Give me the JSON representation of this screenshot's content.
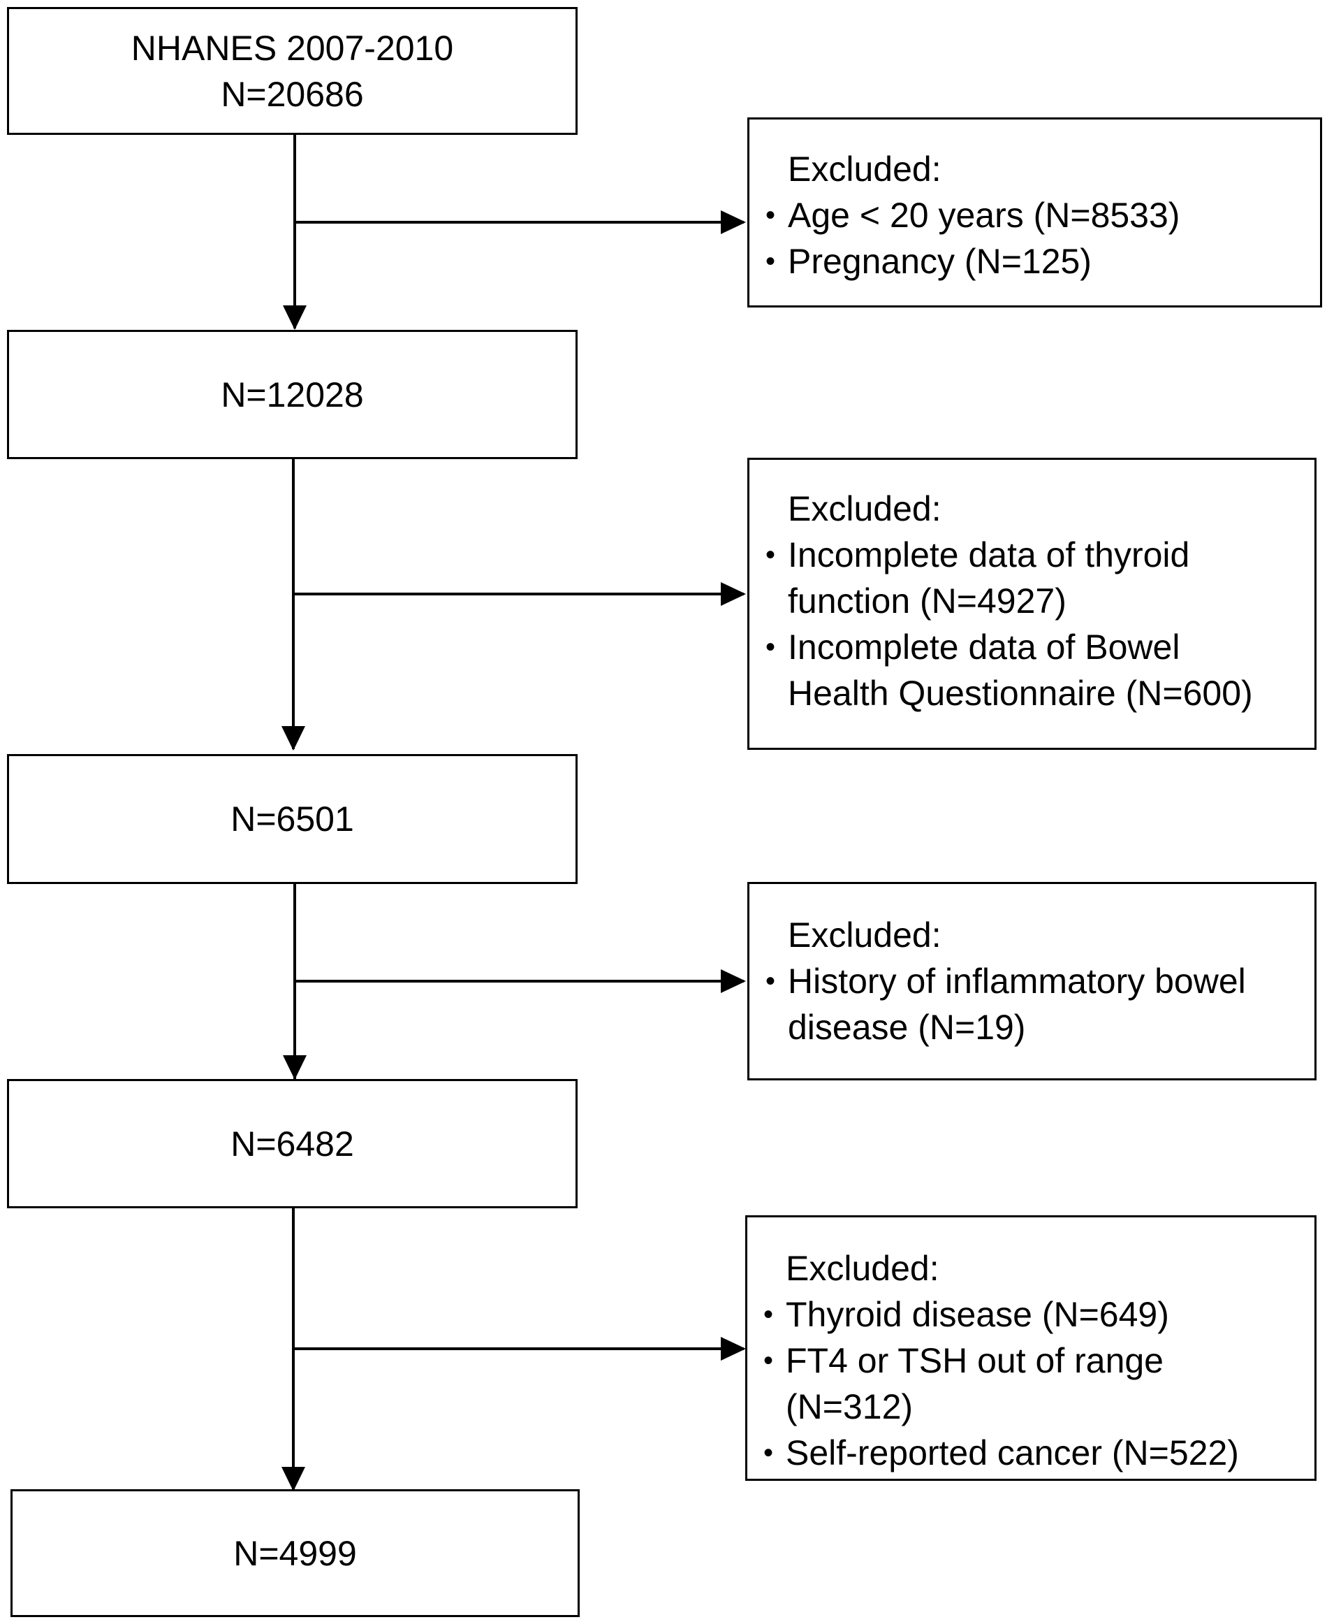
{
  "main_boxes": [
    {
      "lines": [
        "NHANES 2007-2010",
        "N=20686"
      ]
    },
    {
      "lines": [
        "N=12028"
      ]
    },
    {
      "lines": [
        "N=6501"
      ]
    },
    {
      "lines": [
        "N=6482"
      ]
    },
    {
      "lines": [
        "N=4999"
      ]
    }
  ],
  "exclusion_boxes": [
    {
      "title": "Excluded:",
      "items": [
        {
          "lines": [
            "Age < 20 years (N=8533)"
          ]
        },
        {
          "lines": [
            "Pregnancy (N=125)"
          ]
        }
      ]
    },
    {
      "title": "Excluded:",
      "items": [
        {
          "lines": [
            "Incomplete data of thyroid",
            "function (N=4927)"
          ]
        },
        {
          "lines": [
            "Incomplete data of  Bowel",
            "Health Questionnaire (N=600)"
          ]
        }
      ]
    },
    {
      "title": "Excluded:",
      "items": [
        {
          "lines": [
            "History of inflammatory bowel",
            "disease (N=19)"
          ]
        }
      ]
    },
    {
      "title": "Excluded:",
      "items": [
        {
          "lines": [
            "Thyroid disease (N=649)"
          ]
        },
        {
          "lines": [
            "FT4 or TSH out of range",
            "(N=312)"
          ]
        },
        {
          "lines": [
            "Self-reported cancer (N=522)"
          ]
        }
      ]
    }
  ],
  "bullet_glyph": "•",
  "colors": {
    "line": "#000000",
    "background": "#ffffff"
  }
}
